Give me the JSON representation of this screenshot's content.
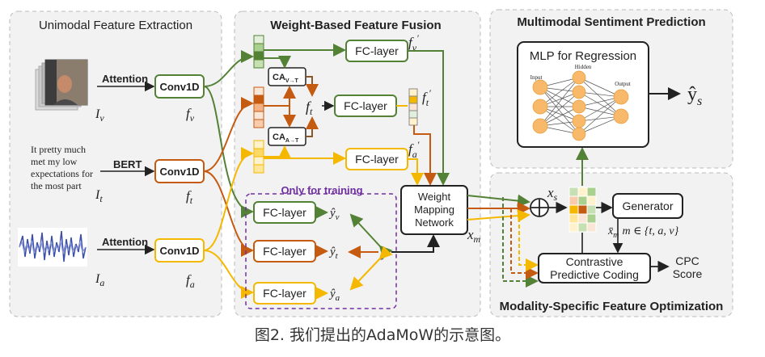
{
  "panels": {
    "unimodal": "Unimodal Feature Extraction",
    "fusion": "Weight-Based Feature Fusion",
    "prediction": "Multimodal Sentiment Prediction",
    "optimization": "Modality-Specific Feature Optimization"
  },
  "inputs": {
    "attention_v": "Attention",
    "bert": "BERT",
    "attention_a": "Attention",
    "text_lines": [
      "It pretty much",
      "met my low",
      "expectations for",
      "the most part"
    ],
    "I_v": "I",
    "I_v_sub": "v",
    "I_t": "I",
    "I_t_sub": "t",
    "I_a": "I",
    "I_a_sub": "a"
  },
  "conv": {
    "label": "Conv1D"
  },
  "features": {
    "f": "f",
    "fv_sub": "v",
    "ft_sub": "t",
    "fa_sub": "a",
    "fvp": "f",
    "fvp_sub": "v",
    "ftp": "f",
    "ftp_sub": "t",
    "fap": "f",
    "fap_sub": "a",
    "prime": "′"
  },
  "fusion": {
    "fc_layer": "FC-layer",
    "ca": "CA",
    "ca_vt_sub": "V→T",
    "ca_at_sub": "A→T",
    "only_training": "Only for training",
    "yhat_v": "ŷ",
    "yhat_v_sub": "v",
    "yhat_t": "ŷ",
    "yhat_t_sub": "t",
    "yhat_a": "ŷ",
    "yhat_a_sub": "a",
    "y": "y",
    "weight_mapping": [
      "Weight",
      "Mapping",
      "Network"
    ],
    "x_m": "x",
    "x_m_sub": "m"
  },
  "prediction": {
    "mlp_title": "MLP for Regression",
    "hidden": "Hidden",
    "input": "Input",
    "output": "Output",
    "y_s": "ŷ",
    "y_s_sub": "s"
  },
  "optimization": {
    "x_s": "x",
    "x_s_sub": "s",
    "generator": "Generator",
    "x_bar": "x̄",
    "x_bar_sub": "m",
    "m_set": "m ∈ {t, a, v}",
    "cpc": [
      "Contrastive",
      "Predictive Coding"
    ],
    "cpc_score": [
      "CPC",
      "Score"
    ]
  },
  "caption": "图2. 我们提出的AdaMoW的示意图。",
  "colors": {
    "green": "#538135",
    "orange": "#c55a11",
    "yellow": "#f5c000",
    "purple": "#7030a0",
    "dark": "#222222"
  }
}
